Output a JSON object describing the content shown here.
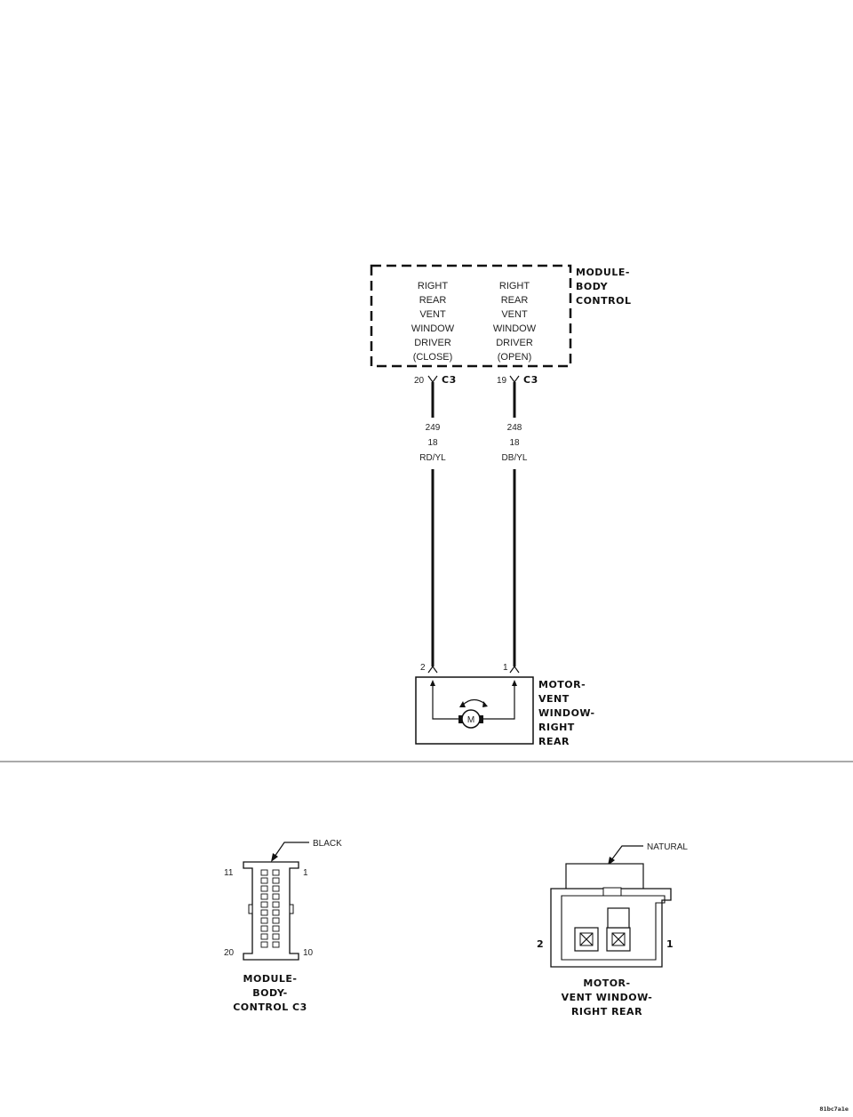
{
  "module": {
    "title_lines": [
      "MODULE-",
      "BODY",
      "CONTROL"
    ],
    "close_driver_lines": [
      "RIGHT",
      "REAR",
      "VENT",
      "WINDOW",
      "DRIVER",
      "(CLOSE)"
    ],
    "open_driver_lines": [
      "RIGHT",
      "REAR",
      "VENT",
      "WINDOW",
      "DRIVER",
      "(OPEN)"
    ]
  },
  "connector_c3": {
    "name": "C3",
    "pin_close": "20",
    "pin_open": "19"
  },
  "wires": [
    {
      "circuit": "249",
      "gauge": "18",
      "color": "RD/YL"
    },
    {
      "circuit": "248",
      "gauge": "18",
      "color": "DB/YL"
    }
  ],
  "motor": {
    "title_lines": [
      "MOTOR-",
      "VENT",
      "WINDOW-",
      "RIGHT",
      "REAR"
    ],
    "pin_left": "2",
    "pin_right": "1",
    "symbol": "M"
  },
  "connector_views": [
    {
      "color_label": "BLACK",
      "pin_labels": {
        "top_left": "11",
        "top_right": "1",
        "bottom_left": "20",
        "bottom_right": "10"
      },
      "title_lines": [
        "MODULE-",
        "BODY-",
        "CONTROL C3"
      ]
    },
    {
      "color_label": "NATURAL",
      "pin_labels": {
        "left": "2",
        "right": "1"
      },
      "title_lines": [
        "MOTOR-",
        "VENT WINDOW-",
        "RIGHT REAR"
      ]
    }
  ],
  "figure_id": "81bc7a1e"
}
